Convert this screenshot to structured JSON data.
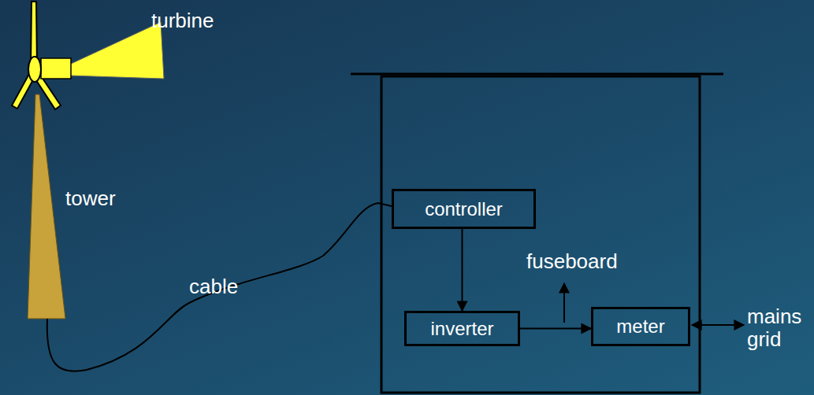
{
  "diagram": {
    "nodes": [
      {
        "text": [
          "controller"
        ]
      },
      {
        "text": [
          "inverter"
        ]
      },
      {
        "text": [
          "meter"
        ]
      }
    ],
    "edges": [
      {
        "from": 0,
        "to": 1,
        "arrow": "to"
      },
      {
        "from": 1,
        "to": 2,
        "arrow": "to"
      }
    ],
    "labels": [
      "turbine",
      "tower",
      "cable",
      "fuseboard",
      "mains grid"
    ]
  }
}
